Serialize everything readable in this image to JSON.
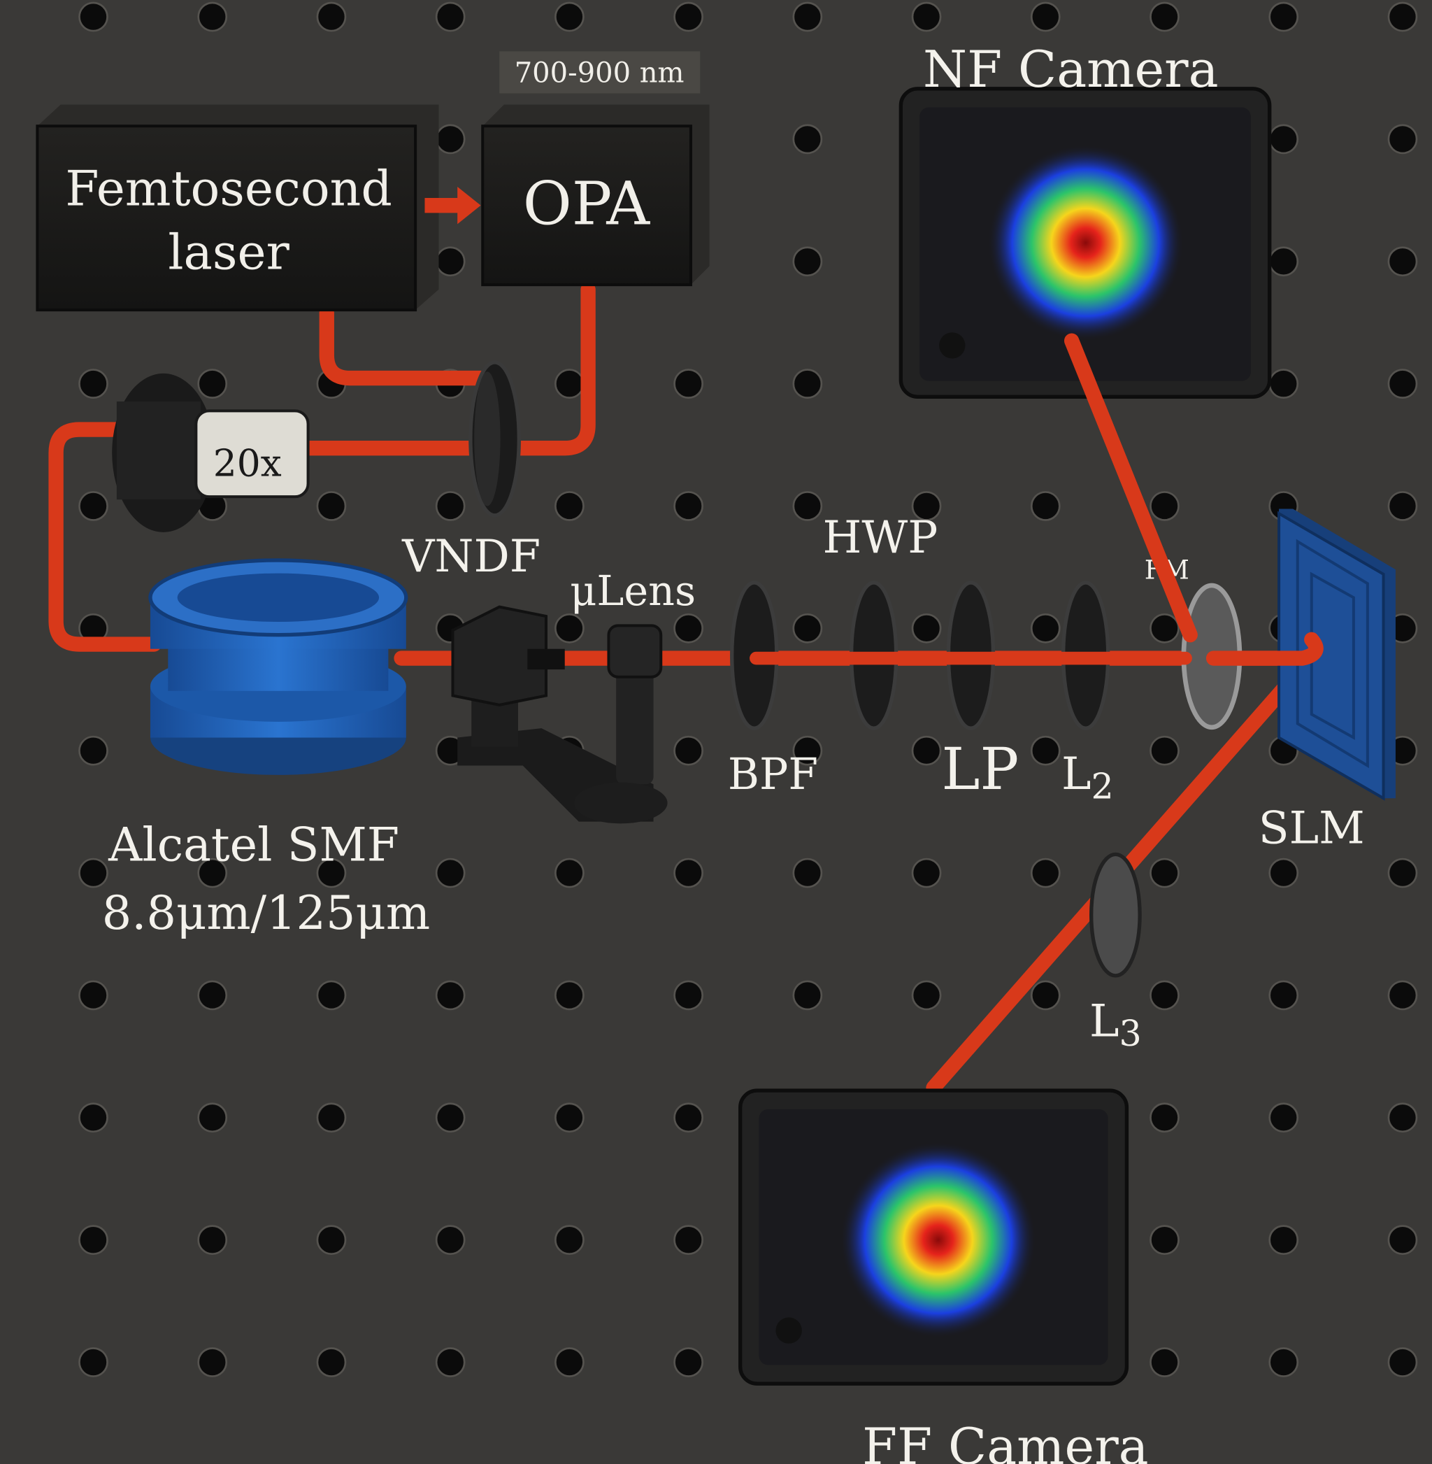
{
  "title": "Optical setup: femtosecond laser to fiber, SLM and NF/FF cameras",
  "components": {
    "laser_line1": "Femtosecond",
    "laser_line2": "laser",
    "opa": "OPA",
    "wavelength": "700-900 nm",
    "objective": "20x",
    "vndf": "VNDF",
    "ulens": "μLens",
    "hwp": "HWP",
    "bpf": "BPF",
    "lp": "LP",
    "l2": "L",
    "l2_sub": "2",
    "fm": "FM",
    "slm": "SLM",
    "fiber_line1": "Alcatel SMF",
    "fiber_line2": "8.8μm/125μm",
    "l3": "L",
    "l3_sub": "3",
    "nf_camera": "NF Camera",
    "ff_camera": "FF Camera"
  },
  "colors": {
    "board": "#3a3937",
    "beam": "#d8391a",
    "spool": "#1f5fb8",
    "slm": "#1e4f97"
  }
}
